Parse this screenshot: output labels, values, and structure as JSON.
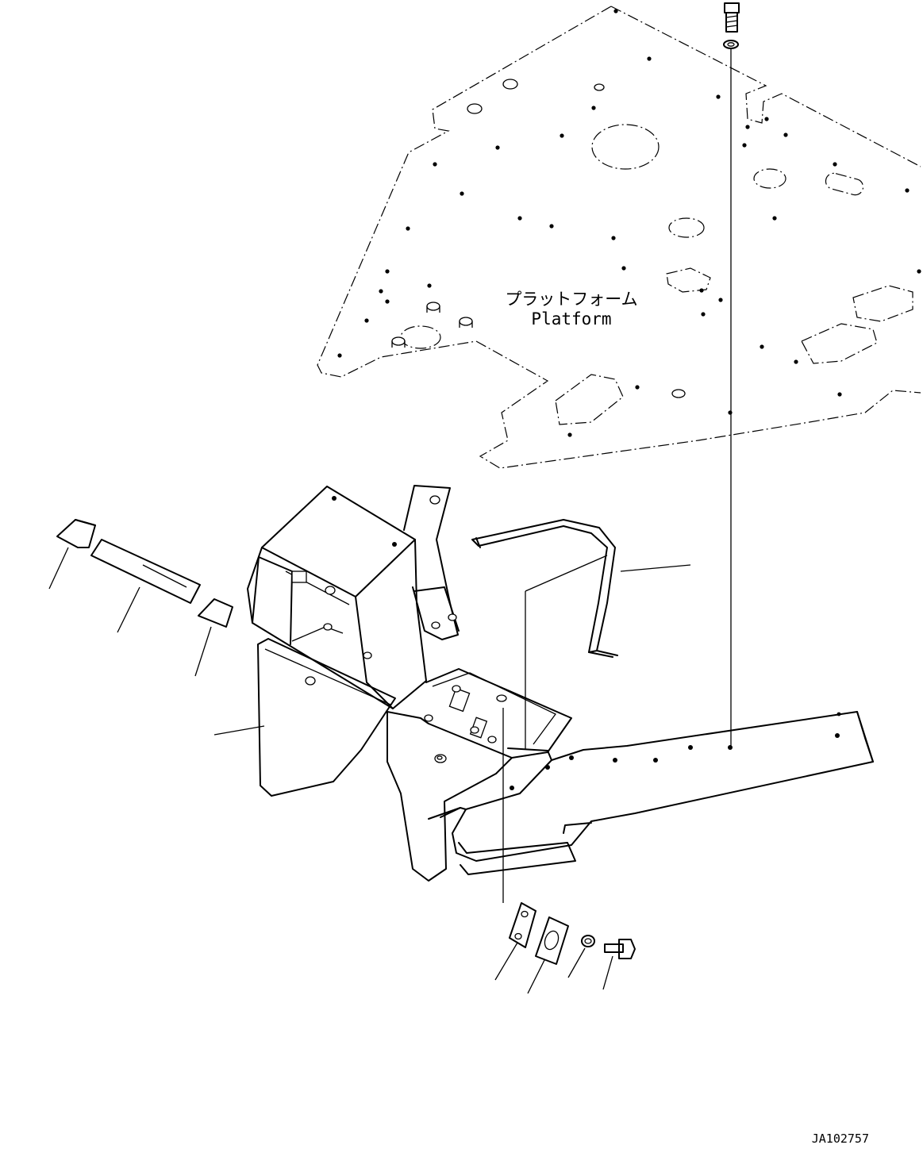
{
  "platform_label": {
    "jp": "プラットフォーム",
    "en": "Platform"
  },
  "drawing_id": "JA102757"
}
